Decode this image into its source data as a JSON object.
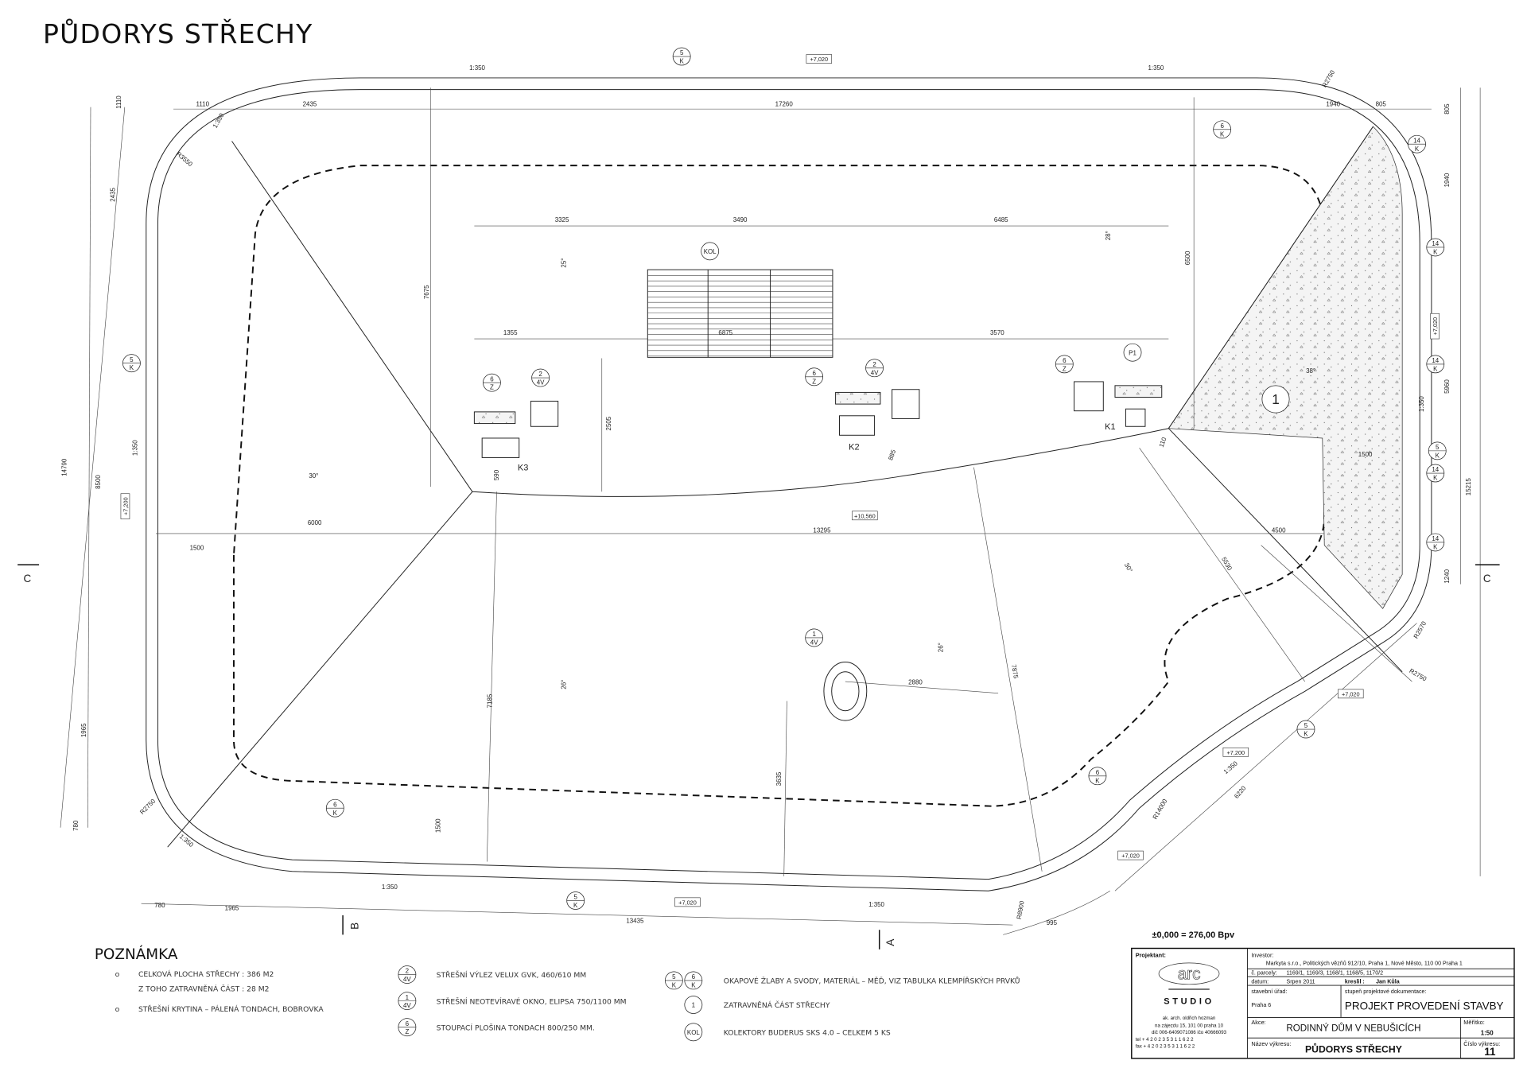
{
  "title": "PŮDORYS STŘECHY",
  "datum_level": "±0,000 = 276,00 Bpv",
  "dimensions": [
    "1:350",
    "1:350",
    "1110",
    "2435",
    "17260",
    "1940",
    "805",
    "R2750",
    "1:350",
    "R3550",
    "1110",
    "2435",
    "14790",
    "8500",
    "1965",
    "780",
    "1:350",
    "805",
    "1940",
    "5960",
    "15215",
    "1240",
    "1:350",
    "3325",
    "3490",
    "6485",
    "1355",
    "6875",
    "3570",
    "7675",
    "6500",
    "2505",
    "885",
    "590",
    "110",
    "6000",
    "13295",
    "4500",
    "1500",
    "1500",
    "5530",
    "2880",
    "7185",
    "7875",
    "3635",
    "1500",
    "R8900",
    "R14000",
    "6220",
    "R2570",
    "R2750",
    "R2750",
    "1:350",
    "1:350",
    "1:350",
    "1:350",
    "780",
    "1965",
    "13435",
    "995"
  ],
  "slopes": [
    "25°",
    "28°",
    "30°",
    "38°",
    "30°",
    "26°",
    "26°"
  ],
  "levels": [
    "+7,020",
    "+7,020",
    "+10,560",
    "+7,200",
    "+7,020",
    "+7,200",
    "+7,020",
    "+7,020"
  ],
  "tags": [
    [
      "5",
      "K"
    ],
    [
      "6",
      "K"
    ],
    [
      "14",
      "K"
    ],
    [
      "14",
      "K"
    ],
    [
      "14",
      "K"
    ],
    [
      "5",
      "K"
    ],
    [
      "14",
      "K"
    ],
    [
      "14",
      "K"
    ],
    [
      "5",
      "K"
    ],
    [
      "6",
      "Z"
    ],
    [
      "2",
      "4V"
    ],
    [
      "6",
      "Z"
    ],
    [
      "2",
      "4V"
    ],
    [
      "6",
      "Z"
    ],
    [
      "KOL",
      ""
    ],
    [
      "P1",
      ""
    ],
    [
      "1",
      ""
    ],
    [
      "1",
      "4V"
    ],
    [
      "6",
      "K"
    ],
    [
      "6",
      "K"
    ],
    [
      "5",
      "K"
    ],
    [
      "5",
      "K"
    ]
  ],
  "chimneys": [
    "K1",
    "K2",
    "K3"
  ],
  "sections": [
    "C",
    "C",
    "B",
    "A"
  ],
  "notes": {
    "heading": "POZNÁMKA",
    "bullet": "o",
    "items": [
      "CELKOVÁ PLOCHA STŘECHY : 386 M2",
      "Z TOHO ZATRAVNĚNÁ ČÁST : 28 M2",
      "STŘEŠNÍ KRYTINA – PÁLENÁ TONDACH, BOBROVKA"
    ]
  },
  "legend": [
    {
      "tag": [
        "2",
        "4V"
      ],
      "text": "STŘEŠNÍ VÝLEZ VELUX GVK, 460/610 MM"
    },
    {
      "tag": [
        "1",
        "4V"
      ],
      "text": "STŘEŠNÍ NEOTEVÍRAVÉ OKNO, ELIPSA 750/1100 MM"
    },
    {
      "tag": [
        "6",
        "Z"
      ],
      "text": "STOUPACÍ PLOŠINA TONDACH 800/250 MM."
    },
    {
      "tag": [
        "5",
        "K"
      ],
      "tag2": [
        "6",
        "K"
      ],
      "text": "OKAPOVÉ ŽLABY A SVODY, MATERIÁL – MĚĎ, VIZ TABULKA KLEMPÍŘSKÝCH PRVKŮ"
    },
    {
      "tag": [
        "1",
        ""
      ],
      "text": "ZATRAVNĚNÁ ČÁST STŘECHY"
    },
    {
      "tag": [
        "KOL",
        ""
      ],
      "text": "KOLEKTORY BUDERUS SKS 4.0 – CELKEM 5 KS"
    }
  ],
  "title_block": {
    "projektant_label": "Projektant:",
    "logo_text": "arc",
    "studio": "STUDIO",
    "address": [
      "ak. arch. oldřich hozman",
      "na zájezdu 15, 101 00 praha 10",
      "dič 006-6409071086 ičo 40666093",
      "tel  + 4 2 0   2 3 5   3 1   1 6   2 2",
      "fax  + 4 2 0   2 3 5   3 1   1 6   2 2"
    ],
    "investor_label": "Investor:",
    "investor": "Markyta s.r.o., Politických vězňů 912/10, Praha 1, Nové Město, 110 00 Praha 1",
    "parcely_label": "č. parcely:",
    "parcely": "1169/1, 1169/3, 1168/1, 1168/5, 1170/2",
    "datum_label": "datum:",
    "datum": "Srpen 2011",
    "kreslil_label": "kreslil :",
    "kreslil": "Jan Kůla",
    "urad_label": "stavební úřad:",
    "urad": "Praha 6",
    "stupen_label": "stupeň projektové dokumentace:",
    "stupen": "PROJEKT PROVEDENÍ STAVBY",
    "akce_label": "Akce:",
    "akce": "RODINNÝ DŮM V NEBUŠICÍCH",
    "meritko_label": "Měřítko:",
    "meritko": "1:50",
    "nazev_label": "Název výkresu:",
    "nazev": "PŮDORYS STŘECHY",
    "cislo_label": "Číslo výkresu:",
    "cislo": "11"
  }
}
